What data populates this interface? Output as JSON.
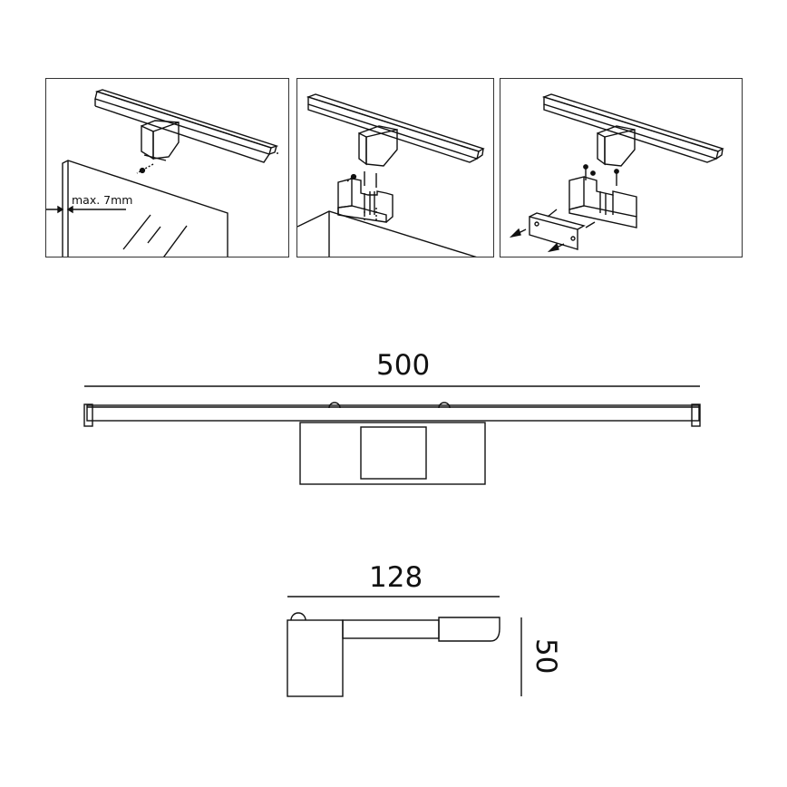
{
  "title": "LED mirror lamp installation and dimensions diagram",
  "installation_steps": [
    {
      "id": 1,
      "scene": "clip-on-mirror",
      "annotation": "max. 7mm"
    },
    {
      "id": 2,
      "scene": "clip-on-cabinet-with-bracket",
      "annotation": ""
    },
    {
      "id": 3,
      "scene": "wall-mount-with-plate-and-screws",
      "annotation": ""
    }
  ],
  "dimensions": {
    "front_view": {
      "width_label": "500",
      "unit": "mm"
    },
    "side_view": {
      "depth_label": "128",
      "height_label": "50",
      "unit": "mm"
    }
  },
  "colors": {
    "line": "#111111",
    "frame": "#333333",
    "background": "#ffffff"
  }
}
